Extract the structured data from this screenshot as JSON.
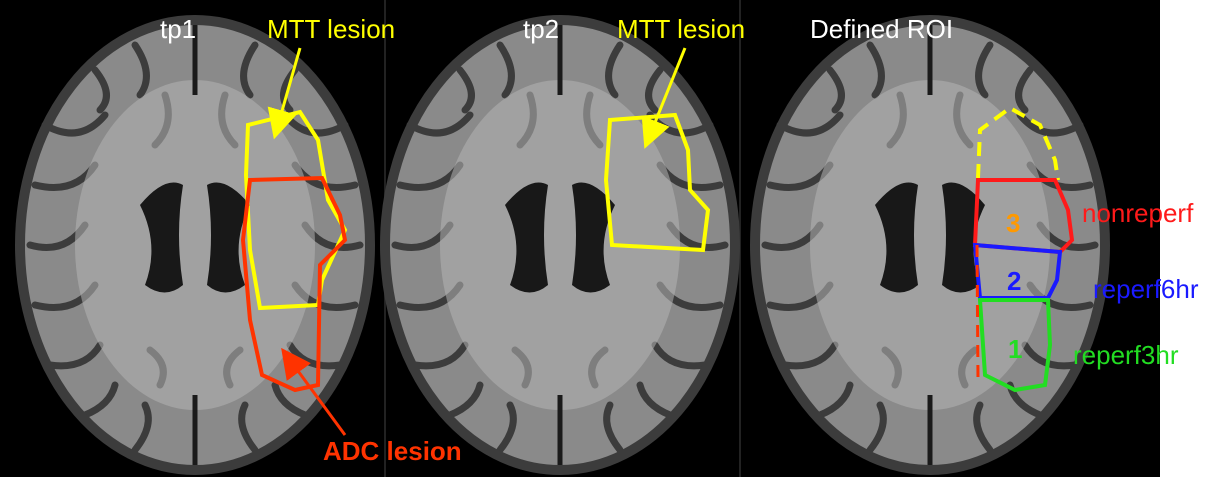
{
  "colors": {
    "background": "#000000",
    "brain_dark": "#3c3c3c",
    "brain_mid": "#8a8a8a",
    "brain_light": "#b4b4b4",
    "ventricle": "#181818",
    "yellow": "#ffff00",
    "orange_red": "#ff3300",
    "red": "#ff1a1a",
    "blue": "#1a1aff",
    "green": "#22dd22",
    "region3": "#ff9900",
    "white_text": "#ffffff"
  },
  "panels": [
    {
      "title": "tp1"
    },
    {
      "title": "tp2"
    },
    {
      "title": "Defined ROI"
    }
  ],
  "annotations": {
    "mtt_lesion_tp1": "MTT lesion",
    "mtt_lesion_tp2": "MTT lesion",
    "adc_lesion": "ADC lesion"
  },
  "roi_legend": {
    "nonreperf": "nonreperf",
    "reperf6hr": "reperf6hr",
    "reperf3hr": "reperf3hr"
  },
  "region_numbers": {
    "r3": "3",
    "r2": "2",
    "r1": "1"
  },
  "icons": [
    "brain-slice-image",
    "arrow-icon"
  ]
}
